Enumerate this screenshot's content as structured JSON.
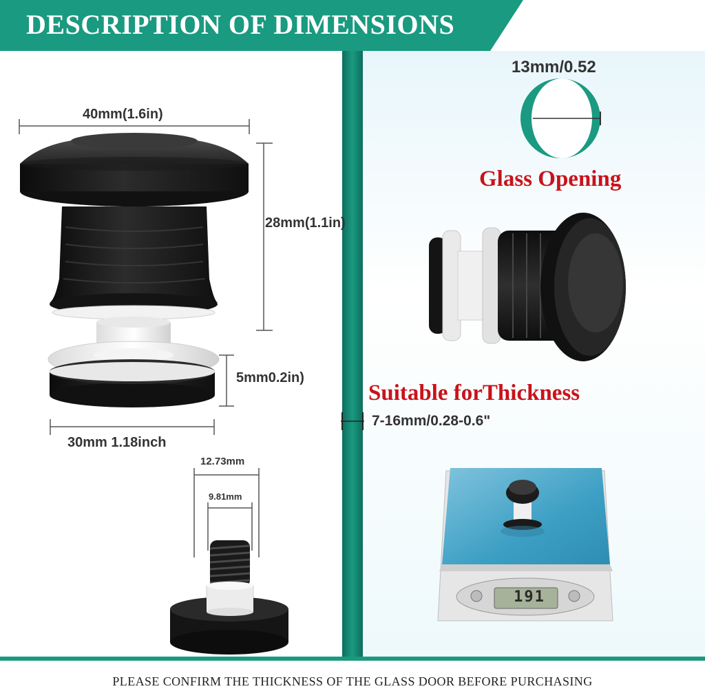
{
  "banner": {
    "title": "DESCRIPTION OF DIMENSIONS"
  },
  "dimensions": {
    "top_width": "40mm(1.6in)",
    "height": "28mm(1.1in)",
    "base_thickness": "5mm0.2in)",
    "base_width": "30mm 1.18inch",
    "screw_outer": "12.73mm",
    "screw_inner": "9.81mm"
  },
  "glass": {
    "opening_size": "13mm/0.52",
    "opening_label": "Glass Opening",
    "thickness_label": "Suitable forThickness",
    "thickness_range": "7-16mm/0.28-0.6\""
  },
  "scale": {
    "reading": "191"
  },
  "footer": {
    "notice": "PLEASE CONFIRM THE THICKNESS OF THE GLASS DOOR BEFORE PURCHASING"
  },
  "colors": {
    "accent": "#1a9a80",
    "warning": "#c8131a",
    "product": "#1b1b1b"
  }
}
